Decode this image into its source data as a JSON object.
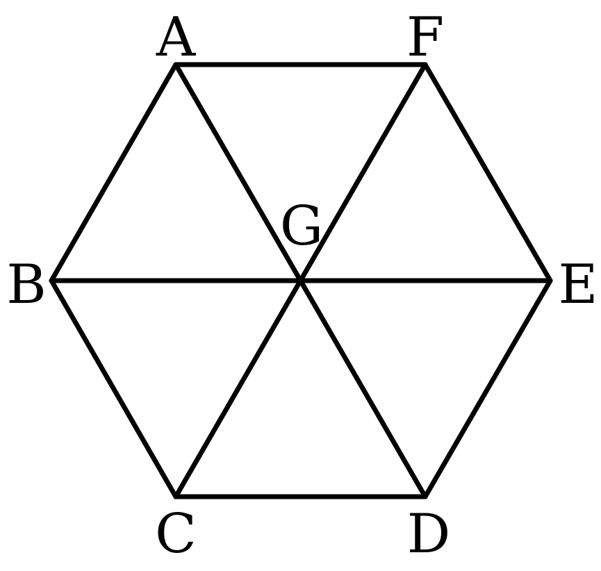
{
  "diagram": {
    "labels": {
      "A": "A",
      "B": "B",
      "C": "C",
      "D": "D",
      "E": "E",
      "F": "F",
      "G": "G"
    },
    "edges": [
      [
        "A",
        "F"
      ],
      [
        "F",
        "E"
      ],
      [
        "E",
        "D"
      ],
      [
        "D",
        "C"
      ],
      [
        "C",
        "B"
      ],
      [
        "B",
        "A"
      ],
      [
        "A",
        "D"
      ],
      [
        "F",
        "C"
      ],
      [
        "B",
        "E"
      ]
    ],
    "line_color": "#000000",
    "background_color": "#ffffff"
  }
}
